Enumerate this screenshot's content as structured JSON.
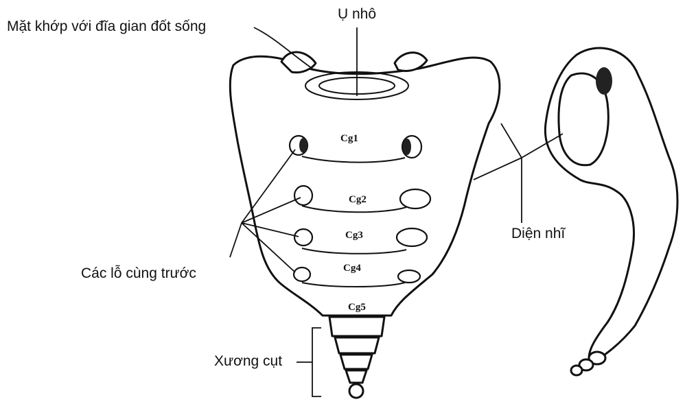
{
  "labels": {
    "articular_surface": "Mặt khớp với đĩa gian đốt sống",
    "promontory": "Ụ nhô",
    "auricular_surface": "Diện nhĩ",
    "anterior_foramina": "Các lỗ cùng trước",
    "coccyx": "Xương cụt"
  },
  "vertebrae": [
    "Cg1",
    "Cg2",
    "Cg3",
    "Cg4",
    "Cg5"
  ]
}
